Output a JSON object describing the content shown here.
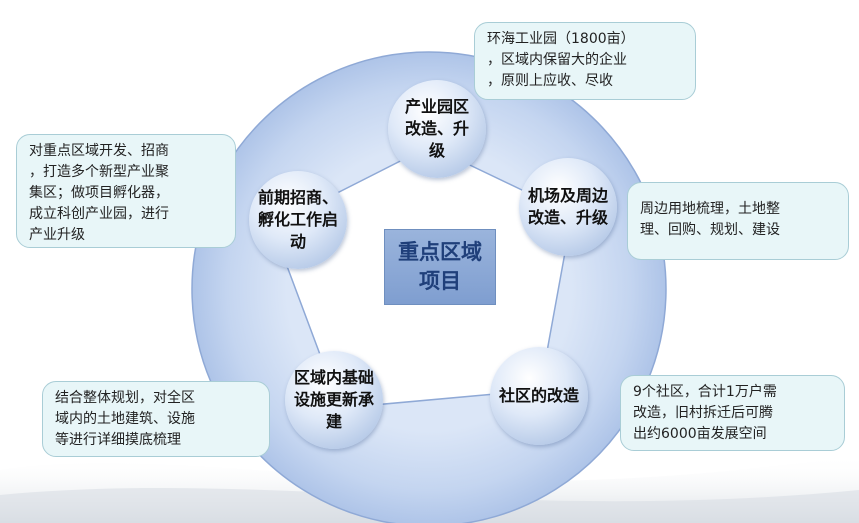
{
  "center": {
    "label": "重点区域\n项目"
  },
  "nodes": [
    {
      "id": "industrial-park",
      "label": "产业园区改造、升级"
    },
    {
      "id": "airport-surroundings",
      "label": "机场及周边改造、升级"
    },
    {
      "id": "community",
      "label": "社区的改造"
    },
    {
      "id": "infrastructure",
      "label": "区域内基础设施更新承建"
    },
    {
      "id": "investment-incubation",
      "label": "前期招商、孵化工作启动"
    }
  ],
  "callouts": [
    {
      "id": "industrial-park",
      "text": "环海工业园（1800亩）\n，区域内保留大的企业\n，原则上应收、尽收"
    },
    {
      "id": "airport-surroundings",
      "text": "周边用地梳理，土地整\n理、回购、规划、建设"
    },
    {
      "id": "community",
      "text": "9个社区，合计1万户需\n改造，旧村拆迁后可腾\n出约6000亩发展空间"
    },
    {
      "id": "infrastructure",
      "text": "结合整体规划，对全区\n域内的土地建筑、设施\n等进行详细摸底梳理"
    },
    {
      "id": "investment-incubation",
      "text": "对重点区域开发、招商\n，打造多个新型产业聚\n集区；做项目孵化器，\n成立科创产业园，进行\n产业升级"
    }
  ],
  "colors": {
    "ring_fill": "#c9d8f2",
    "ring_edge": "#8fa9d6",
    "center_fill": "#8eaad8",
    "center_text": "#1f3f7a",
    "callout_fill": "#e8f6f8",
    "callout_border": "#a9cdd6"
  }
}
